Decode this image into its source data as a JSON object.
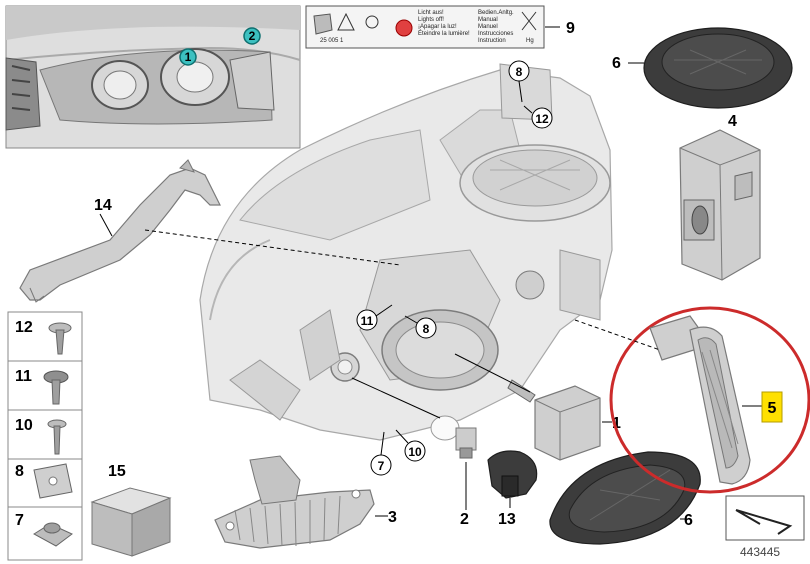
{
  "diagram_id": "443445",
  "warning_label": {
    "lines_left": [
      "Licht aus!",
      "Lights off!",
      "¡Apagar la luz!",
      "Éteindre la lumière!"
    ],
    "lines_right": [
      "Bedien.Anltg.",
      "Manual",
      "Manuel",
      "Instrucciones",
      "Instruction"
    ],
    "code": "25 005 1",
    "hg": "Hg"
  },
  "inset_callouts": [
    "1",
    "2"
  ],
  "callouts": {
    "c1": "1",
    "c2": "2",
    "c3": "3",
    "c4": "4",
    "c5": "5",
    "c6a": "6",
    "c6b": "6",
    "c7": "7",
    "c8": "8",
    "c9": "9",
    "c14": "14",
    "c13": "13",
    "c8top": "8",
    "c12top": "12",
    "c11mid": "11",
    "c8mid": "8",
    "c7mid": "7",
    "c10mid": "10"
  },
  "side_parts": [
    "12",
    "11",
    "10",
    "8",
    "7"
  ],
  "part_15": "15",
  "colors": {
    "highlight_circle": "#cc2b2b",
    "callout_box_fill": "#ffe000",
    "inset_marker": "#3cc0c0"
  }
}
